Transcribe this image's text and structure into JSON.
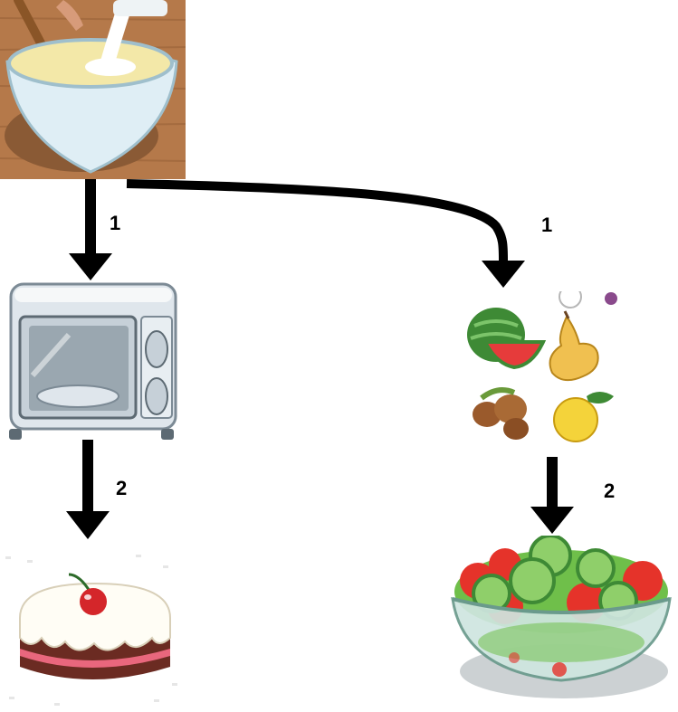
{
  "diagram": {
    "nodes": [
      {
        "id": "mixing-bowl",
        "icon": "mixing-bowl-icon"
      },
      {
        "id": "microwave",
        "icon": "microwave-icon"
      },
      {
        "id": "fruits",
        "icon": "fruits-icon"
      },
      {
        "id": "cake",
        "icon": "cake-icon"
      },
      {
        "id": "salad",
        "icon": "salad-bowl-icon"
      }
    ],
    "edges": [
      {
        "from": "mixing-bowl",
        "to": "microwave",
        "label": "1"
      },
      {
        "from": "mixing-bowl",
        "to": "fruits",
        "label": "1"
      },
      {
        "from": "microwave",
        "to": "cake",
        "label": "2"
      },
      {
        "from": "fruits",
        "to": "salad",
        "label": "2"
      }
    ]
  },
  "colors": {
    "arrow": "#000000",
    "bowl_background": "#b5794a",
    "bowl": "#dfeef5",
    "batter": "#f3e8a8",
    "microwave_body": "#dfe6ec",
    "microwave_window": "#9aa7b0",
    "cake_frosting": "#fffdf5",
    "cake_sponge": "#6b2b22",
    "cherry": "#d4262a",
    "salad_bowl": "#cfe6e0",
    "tomato": "#e5332a",
    "cucumber": "#8fcf6a"
  }
}
